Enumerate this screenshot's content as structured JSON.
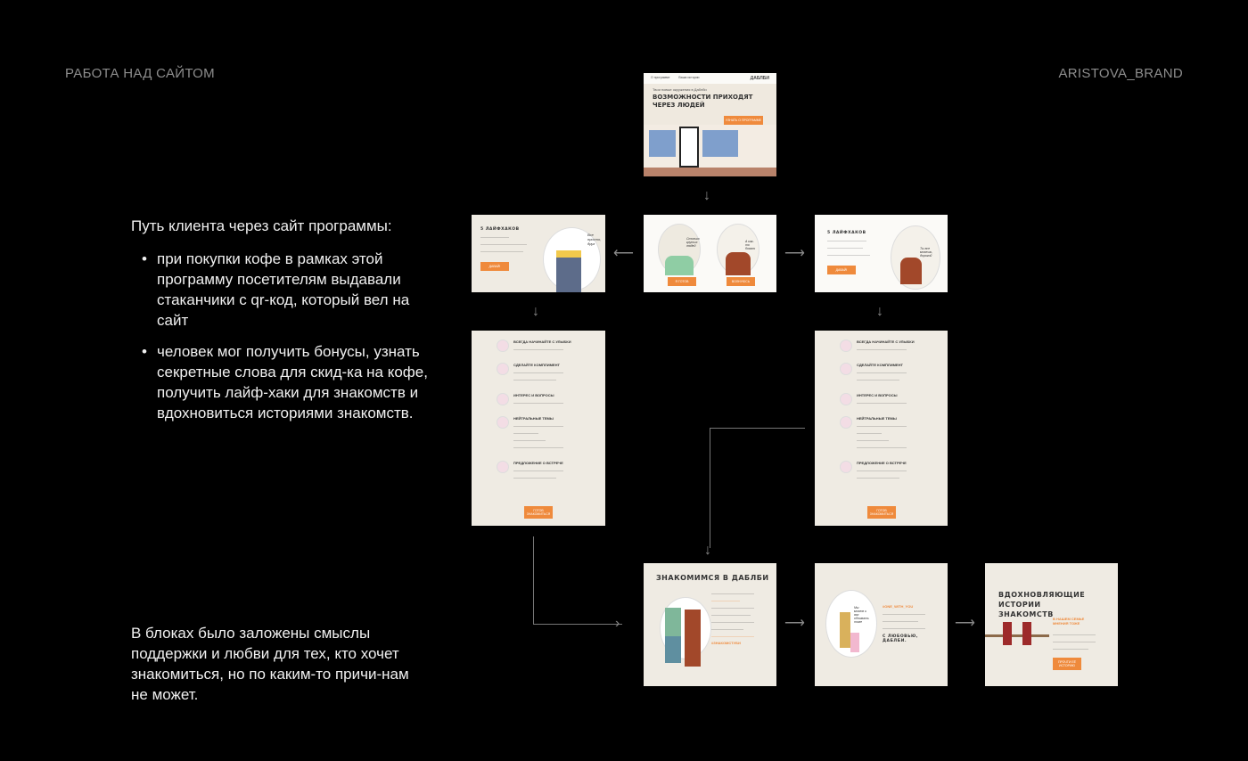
{
  "header": {
    "left": "РАБОТА НАД САЙТОМ",
    "right": "ARISTOVA_BRAND"
  },
  "intro": {
    "title": "Путь клиента через сайт программы:",
    "bullets": [
      "при покупки кофе в рамках этой программу посетителям выдавали стаканчики с qr-код, который вел на сайт",
      "человек мог получить бонусы, узнать секретные слова для скид-ка на кофе, получить лайф-хаки для знакомств и вдохновиться историями знакомств."
    ]
  },
  "outro": "В блоках было заложены смыслы поддержки и любви для тех, кто хочет знакомиться, но по каким-то причи-нам не может.",
  "hero": {
    "nav": [
      "О программе",
      "Ваши истории"
    ],
    "logo": "ДАБЛБИ",
    "kicker": "Твои новые окружения в Даблби",
    "title": "ВОЗМОЖНОСТИ ПРИХОДЯТ ЧЕРЕЗ ЛЮДЕЙ",
    "button": "УЗНАТЬ О ПРОГРАММЕ"
  },
  "lifehacks_left": {
    "title": "5 ЛАЙФХАКОВ",
    "button": "ДАВАЙ!",
    "speech": "Все просто, друг"
  },
  "choice": {
    "btn1": "Я ГОТОВ",
    "btn2": "ВОЛНУЮСЬ",
    "speech1": "Столько крутых людей",
    "speech2": "А как-то боязно"
  },
  "lifehacks_right": {
    "title": "5 ЛАЙФХАКОВ",
    "button": "ДАВАЙ!",
    "speech": "Ты все можешь, дорогой"
  },
  "tips": {
    "items": [
      "ВСЕГДА НАЧИНАЙТЕ С УЛЫБКИ",
      "СДЕЛАЙТЕ КОМПЛИМЕНТ",
      "ИНТЕРЕС И ВОПРОСЫ",
      "НЕЙТРАЛЬНЫЕ ТЕМЫ",
      "ПРЕДЛОЖЕНИЕ О ВСТРЕЧЕ"
    ],
    "button": "ГОТОВ ЗНАКОМИТЬСЯ"
  },
  "meet": {
    "title": "ЗНАКОМИМСЯ В ДАБЛБИ",
    "tag": "#ЗНАКОМСТУБИ"
  },
  "love": {
    "hashtag": "#ONE_WITH_YOU",
    "sign": "С ЛЮБОВЬЮ, ДАБЛБИ.",
    "speech": "Мы можем и вас обнимать тоже"
  },
  "stories": {
    "title": "ВДОХНОВЛЯЮЩИЕ ИСТОРИИ ЗНАКОМСТВ",
    "sub": "В НАШЕМ СЕМЬЕ МНЕНИЯ ТОЖЕ",
    "button": "ПРОЧТИ ЕЁ ИСТОРИЮ"
  }
}
